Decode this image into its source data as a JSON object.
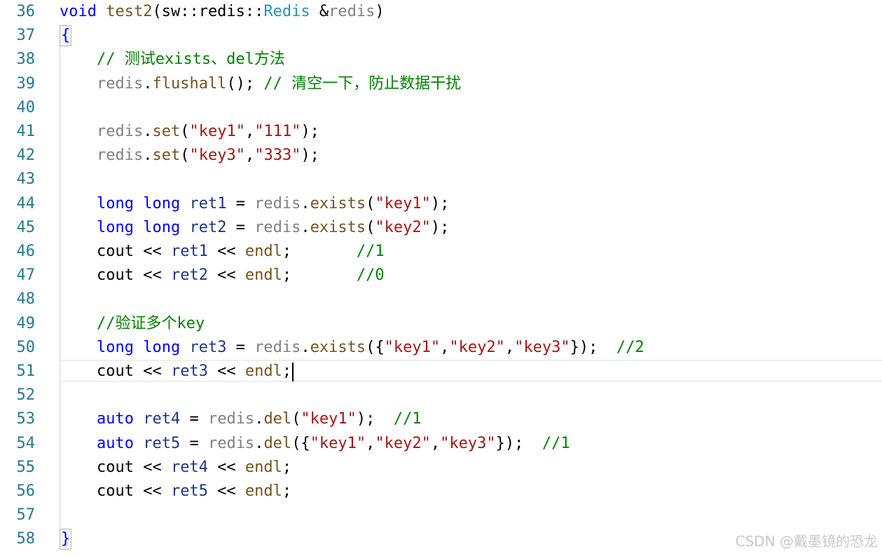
{
  "colors": {
    "keyword": "#0000ff",
    "type": "#2b91af",
    "function": "#74531f",
    "string": "#a31515",
    "comment": "#008000",
    "identifier": "#1f377f",
    "object": "#808080",
    "plain": "#000000",
    "line_number": "#237893"
  },
  "lines": [
    {
      "n": "36",
      "tokens": [
        [
          "void",
          "keyword"
        ],
        [
          " test2",
          "function"
        ],
        [
          "(sw::redis::",
          "plain"
        ],
        [
          "Redis",
          "type"
        ],
        [
          " &",
          "plain"
        ],
        [
          "redis",
          "object"
        ],
        [
          ")",
          "plain"
        ]
      ]
    },
    {
      "n": "37",
      "tokens": [
        [
          "{",
          "brace"
        ]
      ]
    },
    {
      "n": "38",
      "tokens": [
        [
          "    // 测试exists、del方法",
          "comment"
        ]
      ]
    },
    {
      "n": "39",
      "tokens": [
        [
          "    ",
          "plain"
        ],
        [
          "redis",
          "object"
        ],
        [
          ".",
          "plain"
        ],
        [
          "flushall",
          "function"
        ],
        [
          "(); ",
          "plain"
        ],
        [
          "// 清空一下，防止数据干扰",
          "comment"
        ]
      ]
    },
    {
      "n": "40",
      "tokens": []
    },
    {
      "n": "41",
      "tokens": [
        [
          "    ",
          "plain"
        ],
        [
          "redis",
          "object"
        ],
        [
          ".",
          "plain"
        ],
        [
          "set",
          "function"
        ],
        [
          "(",
          "plain"
        ],
        [
          "\"key1\"",
          "string"
        ],
        [
          ",",
          "plain"
        ],
        [
          "\"111\"",
          "string"
        ],
        [
          ");",
          "plain"
        ]
      ]
    },
    {
      "n": "42",
      "tokens": [
        [
          "    ",
          "plain"
        ],
        [
          "redis",
          "object"
        ],
        [
          ".",
          "plain"
        ],
        [
          "set",
          "function"
        ],
        [
          "(",
          "plain"
        ],
        [
          "\"key3\"",
          "string"
        ],
        [
          ",",
          "plain"
        ],
        [
          "\"333\"",
          "string"
        ],
        [
          ");",
          "plain"
        ]
      ]
    },
    {
      "n": "43",
      "tokens": []
    },
    {
      "n": "44",
      "tokens": [
        [
          "    ",
          "plain"
        ],
        [
          "long long",
          "keyword"
        ],
        [
          " ",
          "plain"
        ],
        [
          "ret1",
          "identifier"
        ],
        [
          " = ",
          "plain"
        ],
        [
          "redis",
          "object"
        ],
        [
          ".",
          "plain"
        ],
        [
          "exists",
          "function"
        ],
        [
          "(",
          "plain"
        ],
        [
          "\"key1\"",
          "string"
        ],
        [
          ");",
          "plain"
        ]
      ]
    },
    {
      "n": "45",
      "tokens": [
        [
          "    ",
          "plain"
        ],
        [
          "long long",
          "keyword"
        ],
        [
          " ",
          "plain"
        ],
        [
          "ret2",
          "identifier"
        ],
        [
          " = ",
          "plain"
        ],
        [
          "redis",
          "object"
        ],
        [
          ".",
          "plain"
        ],
        [
          "exists",
          "function"
        ],
        [
          "(",
          "plain"
        ],
        [
          "\"key2\"",
          "string"
        ],
        [
          ");",
          "plain"
        ]
      ]
    },
    {
      "n": "46",
      "tokens": [
        [
          "    cout << ",
          "plain"
        ],
        [
          "ret1",
          "identifier"
        ],
        [
          " << ",
          "plain"
        ],
        [
          "endl",
          "function"
        ],
        [
          ";       ",
          "plain"
        ],
        [
          "//1",
          "comment"
        ]
      ]
    },
    {
      "n": "47",
      "tokens": [
        [
          "    cout << ",
          "plain"
        ],
        [
          "ret2",
          "identifier"
        ],
        [
          " << ",
          "plain"
        ],
        [
          "endl",
          "function"
        ],
        [
          ";       ",
          "plain"
        ],
        [
          "//0",
          "comment"
        ]
      ]
    },
    {
      "n": "48",
      "tokens": []
    },
    {
      "n": "49",
      "tokens": [
        [
          "    //验证多个key",
          "comment"
        ]
      ]
    },
    {
      "n": "50",
      "tokens": [
        [
          "    ",
          "plain"
        ],
        [
          "long long",
          "keyword"
        ],
        [
          " ",
          "plain"
        ],
        [
          "ret3",
          "identifier"
        ],
        [
          " = ",
          "plain"
        ],
        [
          "redis",
          "object"
        ],
        [
          ".",
          "plain"
        ],
        [
          "exists",
          "function"
        ],
        [
          "({",
          "plain"
        ],
        [
          "\"key1\"",
          "string"
        ],
        [
          ",",
          "plain"
        ],
        [
          "\"key2\"",
          "string"
        ],
        [
          ",",
          "plain"
        ],
        [
          "\"key3\"",
          "string"
        ],
        [
          "});  ",
          "plain"
        ],
        [
          "//2",
          "comment"
        ]
      ]
    },
    {
      "n": "51",
      "tokens": [
        [
          "    cout << ",
          "plain"
        ],
        [
          "ret3",
          "identifier"
        ],
        [
          " << ",
          "plain"
        ],
        [
          "endl",
          "function"
        ],
        [
          ";",
          "plain"
        ],
        [
          "",
          "caret"
        ]
      ]
    },
    {
      "n": "52",
      "tokens": []
    },
    {
      "n": "53",
      "tokens": [
        [
          "    ",
          "plain"
        ],
        [
          "auto",
          "keyword"
        ],
        [
          " ",
          "plain"
        ],
        [
          "ret4",
          "identifier"
        ],
        [
          " = ",
          "plain"
        ],
        [
          "redis",
          "object"
        ],
        [
          ".",
          "plain"
        ],
        [
          "del",
          "function"
        ],
        [
          "(",
          "plain"
        ],
        [
          "\"key1\"",
          "string"
        ],
        [
          ");  ",
          "plain"
        ],
        [
          "//1",
          "comment"
        ]
      ]
    },
    {
      "n": "54",
      "tokens": [
        [
          "    ",
          "plain"
        ],
        [
          "auto",
          "keyword"
        ],
        [
          " ",
          "plain"
        ],
        [
          "ret5",
          "identifier"
        ],
        [
          " = ",
          "plain"
        ],
        [
          "redis",
          "object"
        ],
        [
          ".",
          "plain"
        ],
        [
          "del",
          "function"
        ],
        [
          "({",
          "plain"
        ],
        [
          "\"key1\"",
          "string"
        ],
        [
          ",",
          "plain"
        ],
        [
          "\"key2\"",
          "string"
        ],
        [
          ",",
          "plain"
        ],
        [
          "\"key3\"",
          "string"
        ],
        [
          "});  ",
          "plain"
        ],
        [
          "//1",
          "comment"
        ]
      ]
    },
    {
      "n": "55",
      "tokens": [
        [
          "    cout << ",
          "plain"
        ],
        [
          "ret4",
          "identifier"
        ],
        [
          " << ",
          "plain"
        ],
        [
          "endl",
          "function"
        ],
        [
          ";",
          "plain"
        ]
      ]
    },
    {
      "n": "56",
      "tokens": [
        [
          "    cout << ",
          "plain"
        ],
        [
          "ret5",
          "identifier"
        ],
        [
          " << ",
          "plain"
        ],
        [
          "endl",
          "function"
        ],
        [
          ";",
          "plain"
        ]
      ]
    },
    {
      "n": "57",
      "tokens": []
    },
    {
      "n": "58",
      "tokens": [
        [
          "}",
          "brace"
        ]
      ]
    }
  ],
  "watermark": "CSDN @戴墨镜的恐龙"
}
